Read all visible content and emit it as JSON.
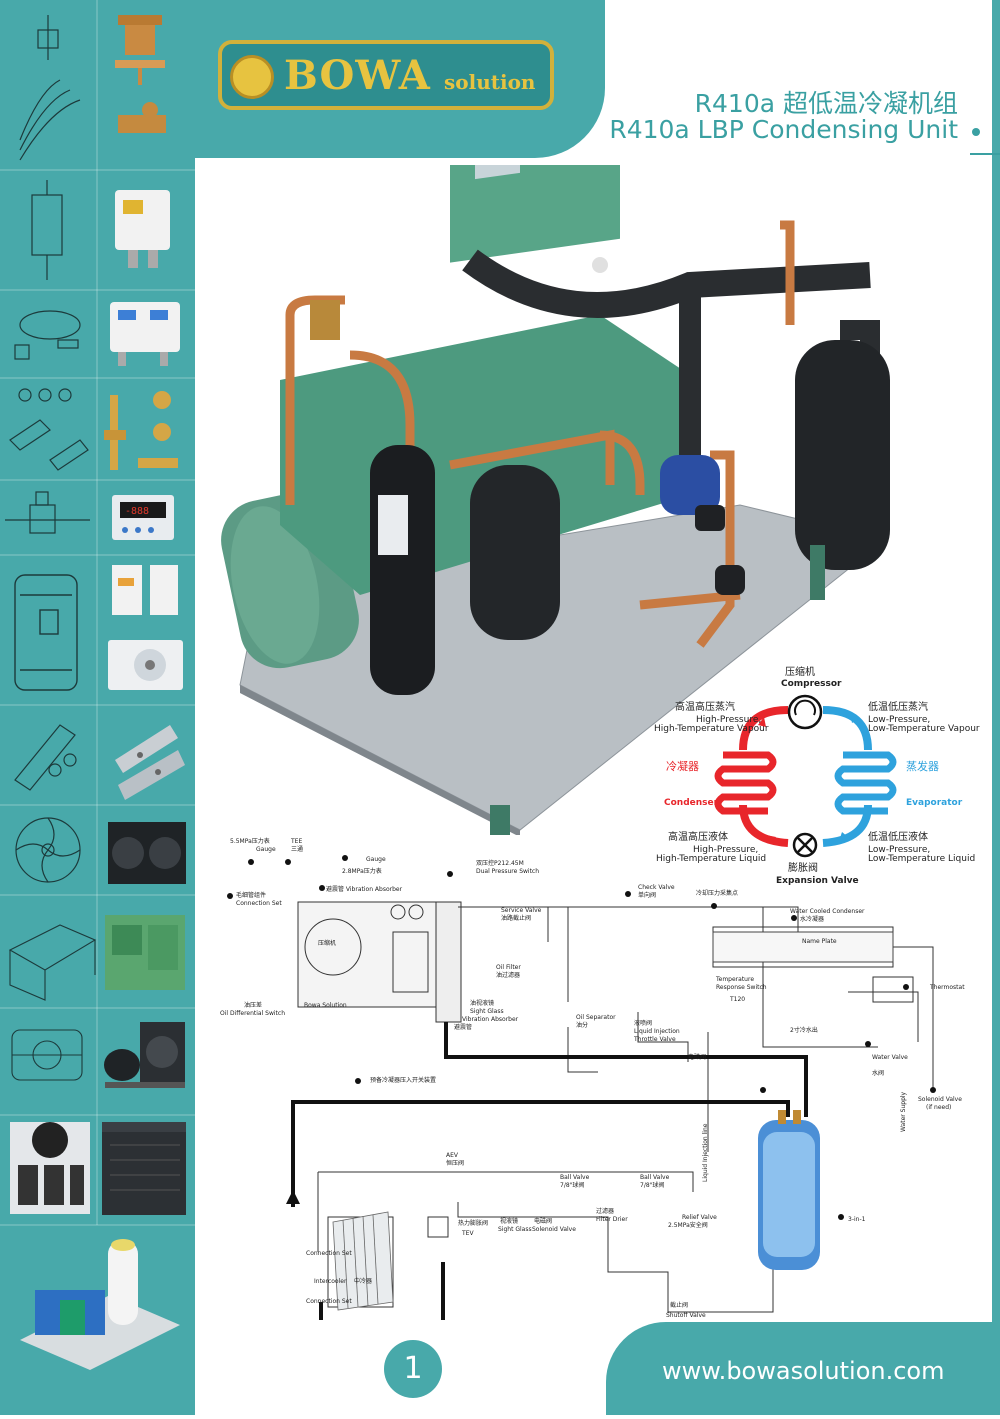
{
  "brand": {
    "name": "BOWA",
    "suffix": "solution"
  },
  "title": {
    "cn": "R410a 超低温冷凝机组",
    "en": "R410a LBP Condensing Unit"
  },
  "cycle": {
    "compressor_cn": "压缩机",
    "compressor_en": "Compressor",
    "hp_vapour_cn": "高温高压蒸汽",
    "hp_vapour_en1": "High-Pressure,",
    "hp_vapour_en2": "High-Temperature Vapour",
    "lp_vapour_cn": "低温低压蒸汽",
    "lp_vapour_en1": "Low-Pressure,",
    "lp_vapour_en2": "Low-Temperature Vapour",
    "condenser_cn": "冷凝器",
    "condenser_en": "Condenser",
    "evaporator_cn": "蒸发器",
    "evaporator_en": "Evaporator",
    "hp_liquid_cn": "高温高压液体",
    "hp_liquid_en1": "High-Pressure,",
    "hp_liquid_en2": "High-Temperature Liquid",
    "lp_liquid_cn": "低温低压液体",
    "lp_liquid_en1": "Low-Pressure,",
    "lp_liquid_en2": "Low-Temperature Liquid",
    "expansion_cn": "膨胀阀",
    "expansion_en": "Expansion Valve",
    "colors": {
      "hot": "#e8262b",
      "cold": "#2ea2dd"
    }
  },
  "schematic": {
    "gauge_55": "5.5MPa压力表",
    "gauge_55_en": "Gauge",
    "tee": "TEE",
    "tee_cn": "三通",
    "gauge_28": "2.8MPa压力表",
    "gauge": "Gauge",
    "dual_switch_cn": "双压控P212.45M",
    "dual_switch_en": "Dual Pressure Switch",
    "connection_set_cn": "毛细管组件",
    "connection_set_en": "Connection Set",
    "vibration_absorber": "避震管 Vibration Absorber",
    "compressor_cn": "压缩机",
    "bowa_solution": "Bowa Solution",
    "oil_diff_cn": "油压差",
    "oil_diff_en": "Oil Differential Switch",
    "sight_glass_cn": "油视液镜",
    "sight_glass_en": "Sight Glass",
    "vibration_absorber2": "Vibration Absorber",
    "vib_cn": "避震管",
    "oil_filter_en": "Oil Filter",
    "oil_filter_cn": "油过滤器",
    "service_valve_en": "Service Valve",
    "service_valve_cn": "油路截止阀",
    "oil_separator_en": "Oil Separator",
    "oil_separator_cn": "油分",
    "check_valve_en": "Check Valve",
    "check_valve_cn": "单向阀",
    "cold_point_cn": "冷却压力采集点",
    "water_condenser_en": "Water Cooled Condenser",
    "water_condenser_cn": "水冷凝器",
    "name_plate": "Name Plate",
    "temp_switch_en1": "Temperature",
    "temp_switch_en2": "Response Switch",
    "t120": "T120",
    "thermostat": "Thermostat",
    "liquid_inj_cn": "液喷阀",
    "liquid_inj_en1": "Liquid Injection",
    "liquid_inj_en2": "Throttle Valve",
    "solenoid_cn": "电磁阀",
    "two_inch_out": "2寸冷水出",
    "water_valve_en": "Water Valve",
    "water_valve_cn": "水阀",
    "solenoid_valve_en": "Solenoid Valve",
    "if_need": "(if need)",
    "water_supply": "Water Supply",
    "pre_cool": "预备冷凝器压入开关装置",
    "liquid_line": "Liquid Injection line",
    "aev": "AEV",
    "aev_cn": "恒压阀",
    "tev_cn": "热力膨胀阀",
    "tev": "TEV",
    "sight_glass2_cn": "视液镜",
    "sight_glass2_en": "Sight Glass",
    "solenoid2_cn": "电磁阀",
    "solenoid2_en": "Solenoid Valve",
    "ball_valve_en": "Ball Valve",
    "ball_valve_78": "7/8\"球阀",
    "filter_cn": "过滤器",
    "filter_en": "Filter Drier",
    "ball_valve2_en": "Ball Valve",
    "ball_valve2_78": "7/8\"球阀",
    "relief_valve_en": "Relief Valve",
    "relief_valve_25": "2.5MPa安全阀",
    "shutoff_cn": "截止阀",
    "shutoff_en": "Shutoff Valve",
    "three_in_one": "3-in-1",
    "connection_set_a": "Connection Set",
    "intercooler": "Intercooler",
    "intercooler_cn": "中冷器",
    "connection_set_b": "Connection Set"
  },
  "footer": {
    "page": "1",
    "url": "www.bowasolution.com"
  },
  "colors": {
    "teal": "#48a9aa",
    "gold": "#e7c340"
  }
}
